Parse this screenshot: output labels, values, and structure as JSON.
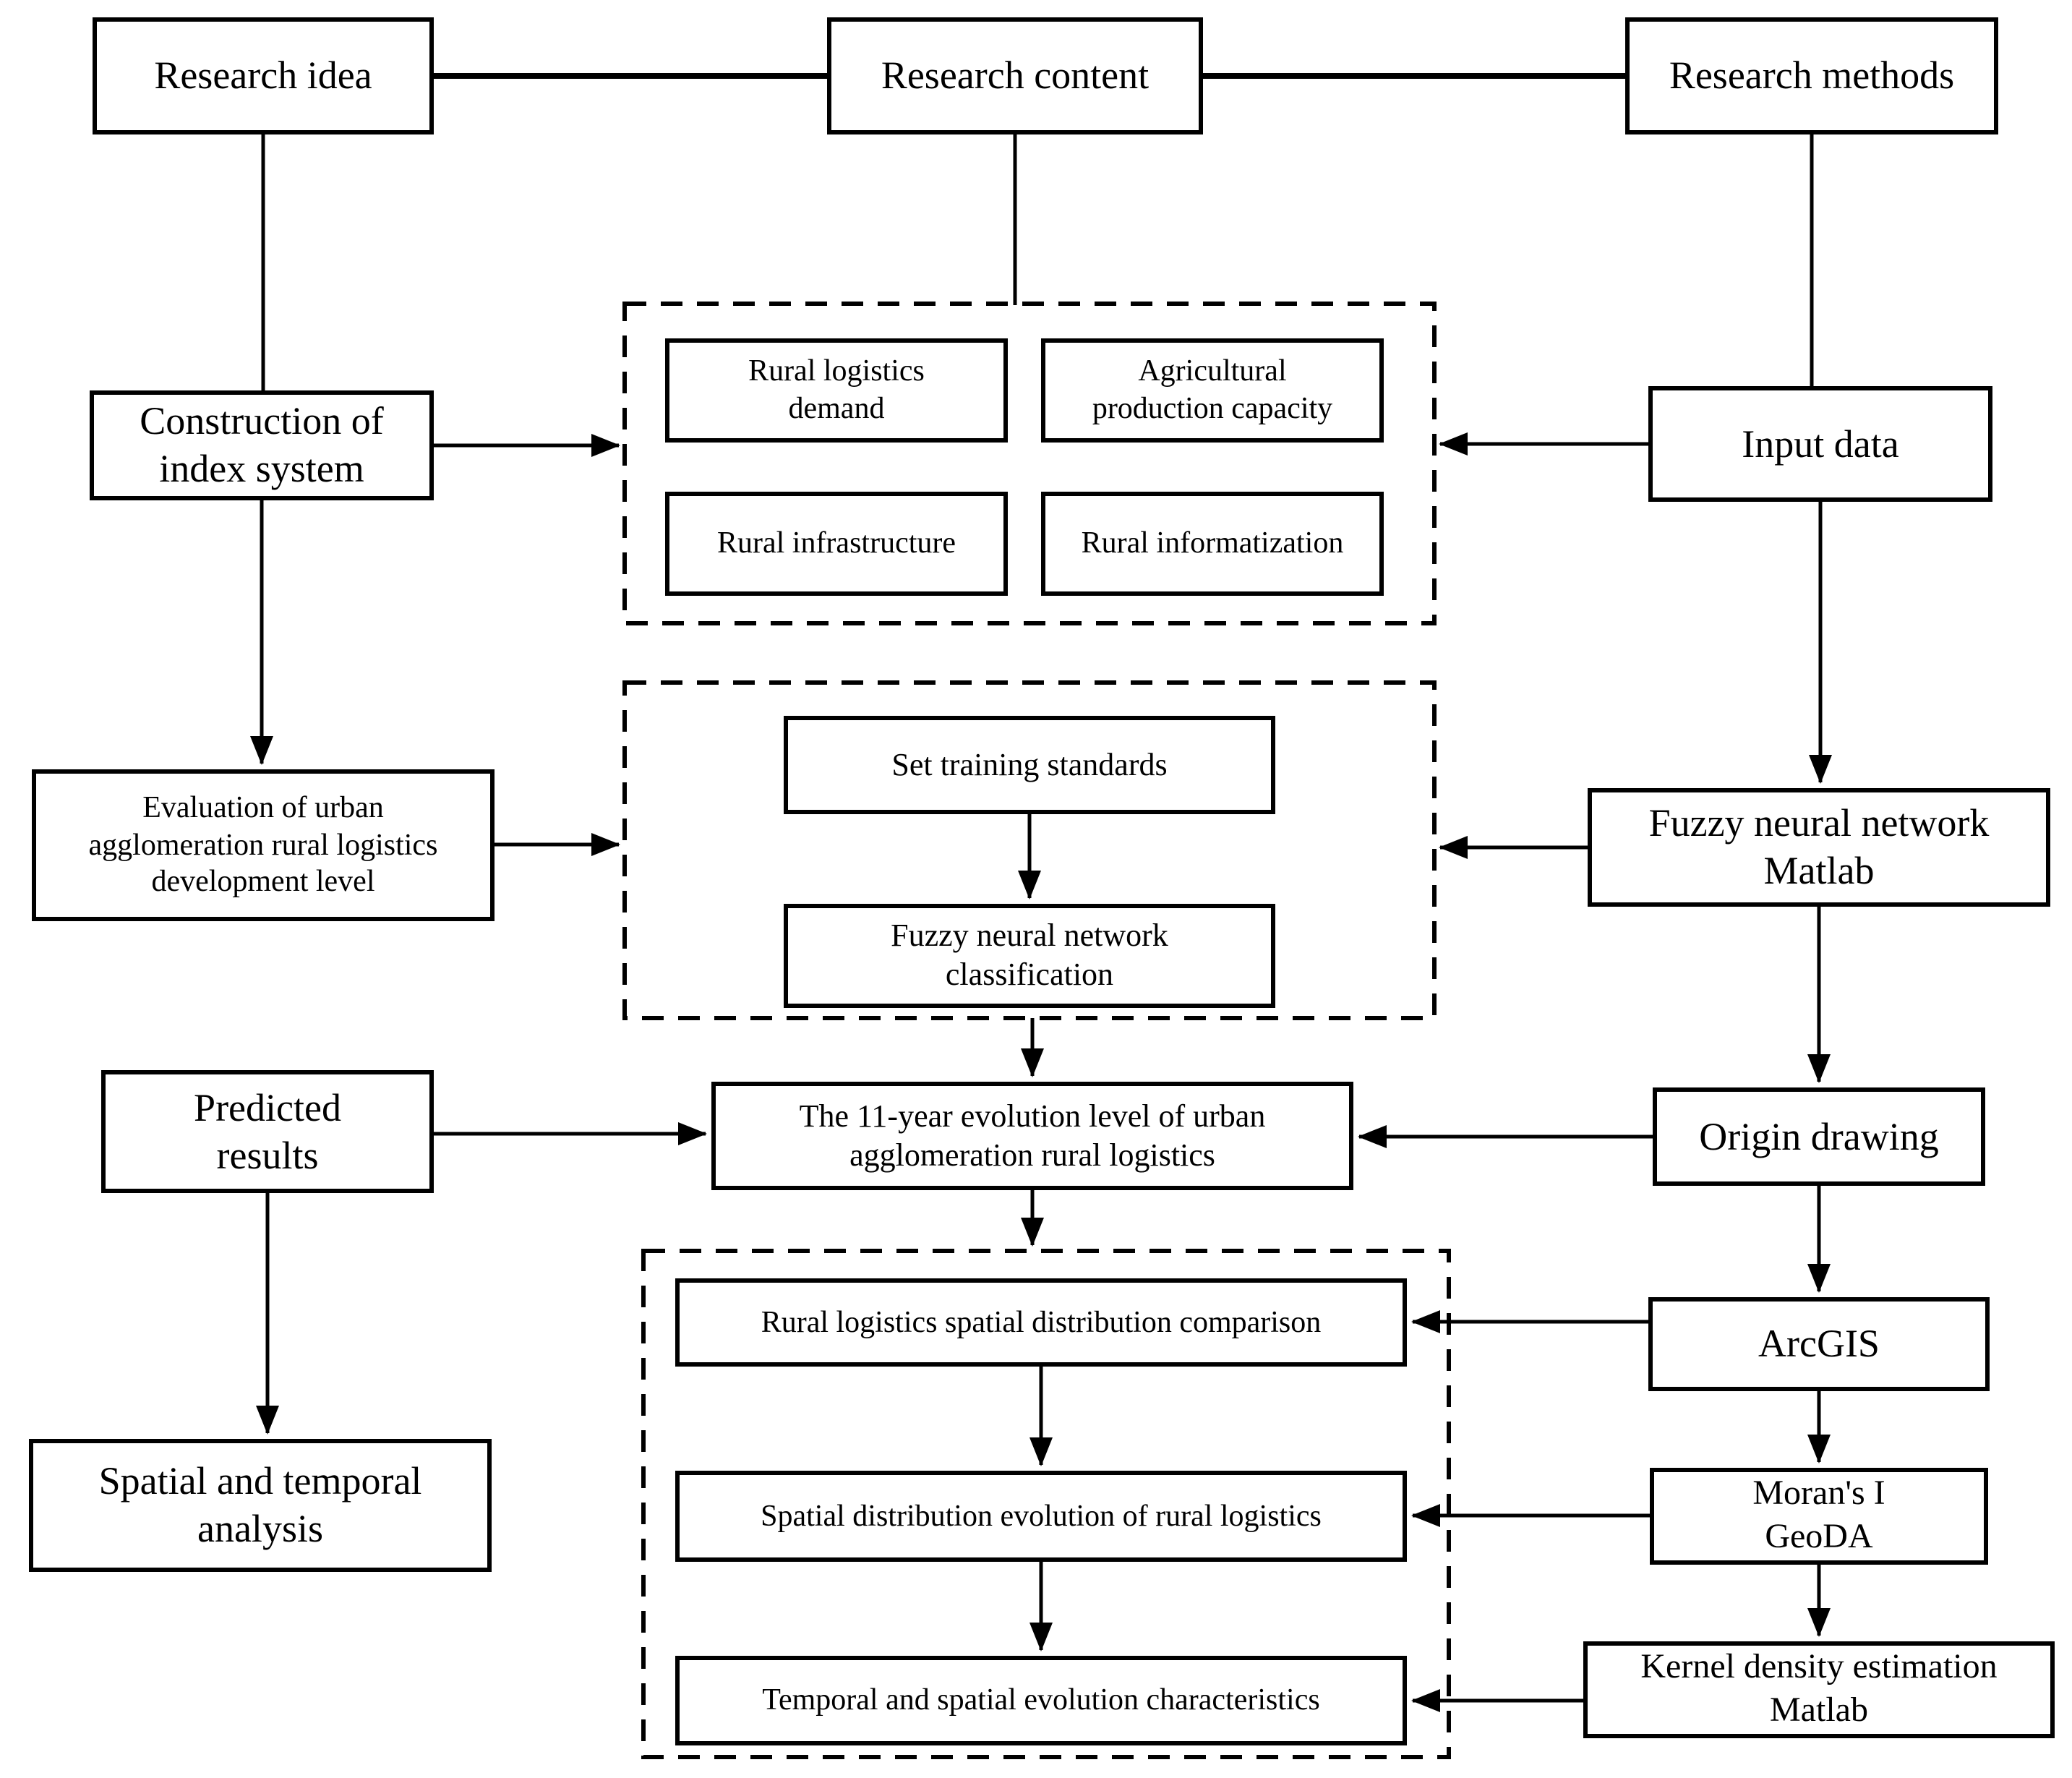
{
  "flowchart": {
    "colors": {
      "line": "#000000",
      "box_background": "#ffffff",
      "text": "#000000"
    },
    "top_row": {
      "research_idea": "Research idea",
      "research_content": "Research content",
      "research_methods": "Research methods"
    },
    "left_column": {
      "construction": "Construction of\nindex system",
      "evaluation": "Evaluation of urban\nagglomeration rural logistics\ndevelopment level",
      "predicted": "Predicted\nresults",
      "spatial_temporal": "Spatial and temporal\nanalysis"
    },
    "right_column": {
      "input_data": "Input data",
      "fuzzy_neural_network_matlab": "Fuzzy neural network\nMatlab",
      "origin_drawing": "Origin drawing",
      "arcgis": "ArcGIS",
      "morans_geoda": "Moran's I\nGeoDA",
      "kernel_density_matlab": "Kernel density estimation\nMatlab"
    },
    "index_group": {
      "rural_logistics_demand": "Rural logistics\ndemand",
      "agricultural_production_capacity": "Agricultural\nproduction capacity",
      "rural_infrastructure": "Rural infrastructure",
      "rural_informatization": "Rural informatization"
    },
    "training_group": {
      "set_training_standards": "Set training standards",
      "fuzzy_neural_network_classification": "Fuzzy neural network\nclassification"
    },
    "evolution_result": "The 11-year evolution level of urban\nagglomeration rural logistics",
    "analysis_group": {
      "spatial_distribution_comparison": "Rural logistics spatial distribution comparison",
      "spatial_distribution_evolution": "Spatial distribution evolution of rural logistics",
      "temporal_spatial_characteristics": "Temporal and spatial evolution characteristics"
    }
  }
}
